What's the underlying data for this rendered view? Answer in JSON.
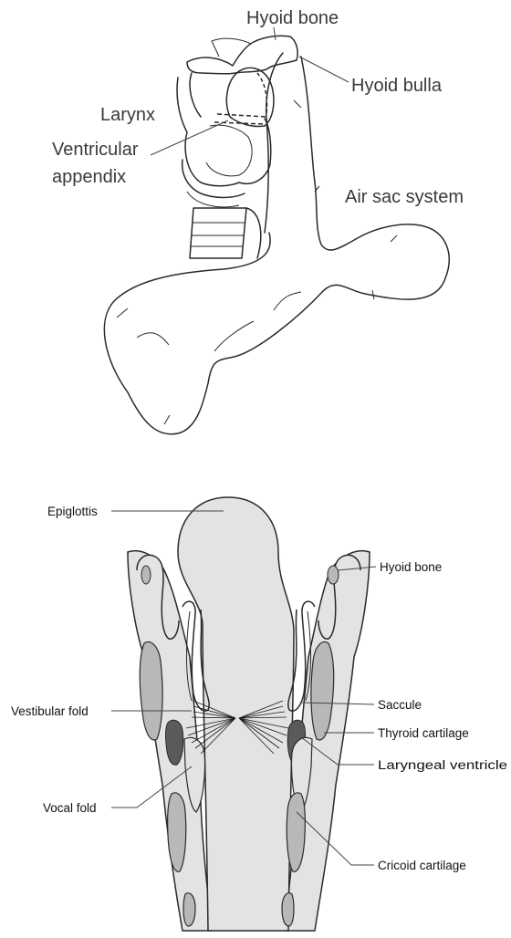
{
  "top_figure": {
    "labels": {
      "hyoid_bone": "Hyoid bone",
      "hyoid_bulla": "Hyoid bulla",
      "larynx": "Larynx",
      "ventricular_appendix_line1": "Ventricular",
      "ventricular_appendix_line2": "appendix",
      "air_sac_system": "Air sac system"
    }
  },
  "bottom_figure": {
    "labels": {
      "epiglottis": "Epiglottis",
      "hyoid_bone": "Hyoid bone",
      "saccule": "Saccule",
      "vestibular_fold": "Vestibular fold",
      "thyroid_cartilage": "Thyroid cartilage",
      "laryngeal_ventricle": "Laryngeal ventricle",
      "vocal_fold": "Vocal fold",
      "cricoid_cartilage": "Cricoid cartilage"
    }
  },
  "colors": {
    "fill_light": "#e3e3e3",
    "fill_mid": "#b8b8b8",
    "fill_dark": "#5a5a5a",
    "stroke": "#2a2a2a"
  }
}
